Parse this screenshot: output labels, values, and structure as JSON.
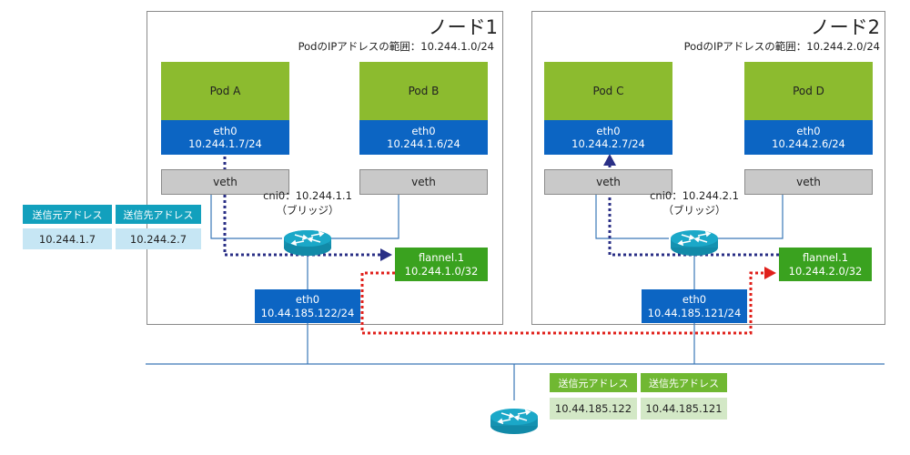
{
  "nodes": [
    {
      "title": "ノード1",
      "range": "PodのIPアドレスの範囲：10.244.1.0/24",
      "pods": [
        {
          "name": "Pod A",
          "eth_label": "eth0",
          "eth_ip": "10.244.1.7/24",
          "veth": "veth"
        },
        {
          "name": "Pod B",
          "eth_label": "eth0",
          "eth_ip": "10.244.1.6/24",
          "veth": "veth"
        }
      ],
      "cni_label": "cni0：10.244.1.1",
      "cni_sub": "（ブリッジ）",
      "flannel_label": "flannel.1",
      "flannel_ip": "10.244.1.0/32",
      "host_eth_label": "eth0",
      "host_eth_ip": "10.44.185.122/24"
    },
    {
      "title": "ノード2",
      "range": "PodのIPアドレスの範囲：10.244.2.0/24",
      "pods": [
        {
          "name": "Pod C",
          "eth_label": "eth0",
          "eth_ip": "10.244.2.7/24",
          "veth": "veth"
        },
        {
          "name": "Pod D",
          "eth_label": "eth0",
          "eth_ip": "10.244.2.6/24",
          "veth": "veth"
        }
      ],
      "cni_label": "cni0：10.244.2.1",
      "cni_sub": "（ブリッジ）",
      "flannel_label": "flannel.1",
      "flannel_ip": "10.244.2.0/32",
      "host_eth_label": "eth0",
      "host_eth_ip": "10.44.185.121/24"
    }
  ],
  "inner_packet": {
    "src_header": "送信元アドレス",
    "dst_header": "送信先アドレス",
    "src": "10.244.1.7",
    "dst": "10.244.2.7"
  },
  "outer_packet": {
    "src_header": "送信元アドレス",
    "dst_header": "送信先アドレス",
    "src": "10.44.185.122",
    "dst": "10.44.185.121"
  },
  "colors": {
    "pod_green": "#8cbb2f",
    "eth_blue": "#0c65c3",
    "flannel_green": "#3aa21f",
    "router_teal": "#19a2c2",
    "inner_path": "#2a2f86",
    "outer_path": "#e0201b",
    "link_blue": "#3a78b8"
  },
  "icons": {
    "router": "router-icon",
    "arrow": "arrowhead-icon"
  }
}
